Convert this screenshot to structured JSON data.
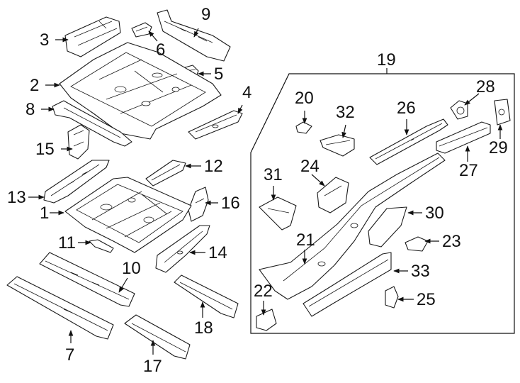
{
  "diagram": {
    "callouts": {
      "c1": "1",
      "c2": "2",
      "c3": "3",
      "c4": "4",
      "c5": "5",
      "c6": "6",
      "c7": "7",
      "c8": "8",
      "c9": "9",
      "c10": "10",
      "c11": "11",
      "c12": "12",
      "c13": "13",
      "c14": "14",
      "c15": "15",
      "c16": "16",
      "c17": "17",
      "c19": "19",
      "c18": "18",
      "c20": "20",
      "c21": "21",
      "c22": "22",
      "c23": "23",
      "c24": "24",
      "c25": "25",
      "c26": "26",
      "c27": "27",
      "c28": "28",
      "c29": "29",
      "c30": "30",
      "c31": "31",
      "c32": "32",
      "c33": "33"
    },
    "colors": {
      "line": "#1a1a1a",
      "text": "#111111",
      "background": "#ffffff"
    }
  }
}
